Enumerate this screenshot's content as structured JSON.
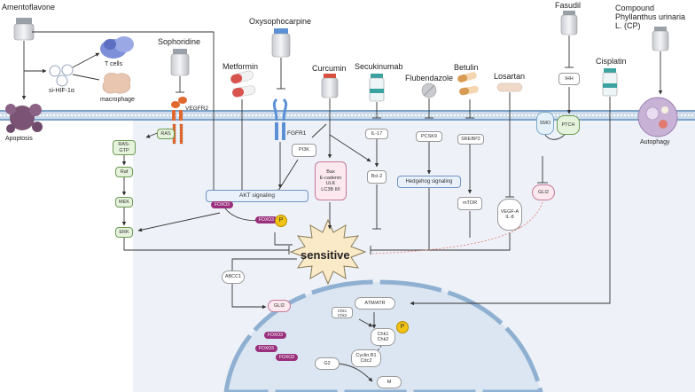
{
  "drugs": {
    "amentoflavone": "Amentoflavone",
    "si_hif": "si-HIF-1α",
    "t_cells": "T cells",
    "macrophage": "macrophage",
    "apoptosis": "Apoptosis",
    "sophoridine": "Sophoridine",
    "metformin": "Metformin",
    "oxysophocarpine": "Oxysophocarpine",
    "curcumin": "Curcumin",
    "secukinumab": "Secukinumab",
    "flubendazole": "Flubendazole",
    "betulin": "Betulin",
    "losartan": "Losartan",
    "fasudil": "Fasudil",
    "cisplatin": "Cisplatin",
    "cp": "Compound Phyllanthus urinaria L. (CP)",
    "autophagy": "Autophagy"
  },
  "receptors": {
    "vegfr2": "VEGFR2",
    "fgfr1": "FGFR1"
  },
  "nodes": {
    "ras": "RAS",
    "ras_gtp": "RAS-\nGTP",
    "raf": "Raf",
    "mek": "MEK",
    "erk": "ERK",
    "pi3k": "PI3K",
    "akt": "AKT signaling",
    "foxo3": "FOXO3",
    "p": "P",
    "curcumin_targets": "Bax\nE-cadenin\nULK\nLC3B II/I",
    "il17": "IL-17",
    "bcl2": "Bcl-2",
    "pcsk9": "PCSK9",
    "hedgehog": "Hedgehog signaling",
    "srebp2": "SREBP2",
    "mtor": "mTOR",
    "vegfa": "VEGF-A\nIL-8",
    "smo": "SMO",
    "ihh": "IHH",
    "ptch": "PTCH",
    "gli2": "GLI2",
    "sensitive": "sensitive",
    "abcc1": "ABCC1",
    "atm": "ATM/ATR",
    "chk_small": "Chk1\nChk2",
    "chk": "Chk1\nChk2",
    "cyclin": "Cyclin B1\nCdc2",
    "g2": "G2",
    "m": "M"
  },
  "colors": {
    "membrane": "#a9c4de",
    "membrane_dark": "#7ea3c8",
    "foxo3": "#9a2f7d",
    "phospho": "#f2c314",
    "cell_fill": "#eef2f8",
    "nucleus": "#dbe6f2",
    "apoptosis": "#7b5475",
    "inhibit_x": "#e8837a"
  },
  "icons": [
    "drug-bottle-icon",
    "capsule-icon",
    "vial-icon",
    "tablet-icon",
    "t-cell-icon",
    "macrophage-icon",
    "apoptotic-cell-icon",
    "autophagic-cell-icon",
    "receptor-icon",
    "starburst-icon"
  ]
}
